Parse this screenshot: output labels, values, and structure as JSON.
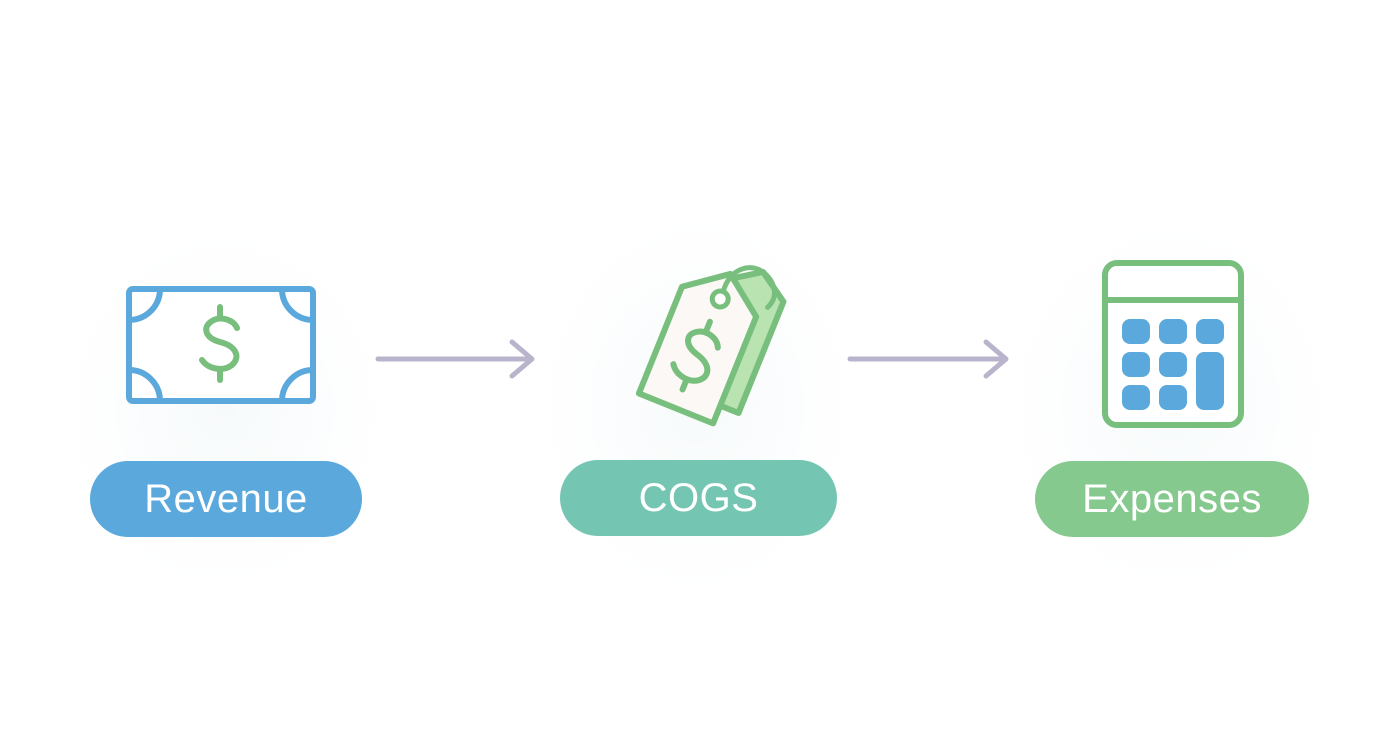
{
  "colors": {
    "revenue": "#5aa8dc",
    "cogs": "#74c6b2",
    "expenses": "#86c98e",
    "arrow": "#b9b4cc",
    "icon_blue": "#5aa8dc",
    "icon_green": "#78bf7e"
  },
  "nodes": [
    {
      "id": "revenue",
      "label": "Revenue",
      "icon": "cash-bill-icon"
    },
    {
      "id": "cogs",
      "label": "COGS",
      "icon": "price-tag-icon"
    },
    {
      "id": "expenses",
      "label": "Expenses",
      "icon": "calculator-icon"
    }
  ],
  "edges": [
    {
      "from": "revenue",
      "to": "cogs"
    },
    {
      "from": "cogs",
      "to": "expenses"
    }
  ]
}
